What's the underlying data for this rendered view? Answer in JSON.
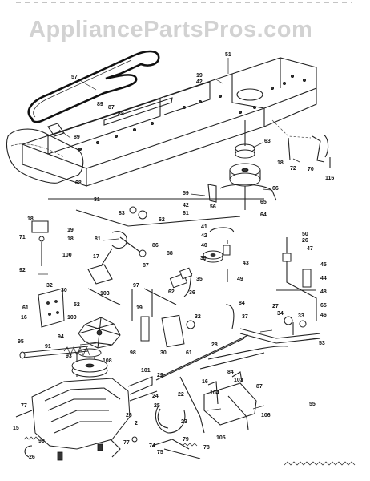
{
  "watermark": "AppliancePartsPros.com",
  "callouts": [
    {
      "id": "c57",
      "text": "57"
    },
    {
      "id": "c51",
      "text": "51"
    },
    {
      "id": "c19a",
      "text": "19"
    },
    {
      "id": "c42a",
      "text": "42"
    },
    {
      "id": "c89a",
      "text": "89"
    },
    {
      "id": "c87a",
      "text": "87"
    },
    {
      "id": "c88a",
      "text": "88"
    },
    {
      "id": "c89b",
      "text": "89"
    },
    {
      "id": "c63",
      "text": "63"
    },
    {
      "id": "c18a",
      "text": "18"
    },
    {
      "id": "c72",
      "text": "72"
    },
    {
      "id": "c70",
      "text": "70"
    },
    {
      "id": "c116",
      "text": "116"
    },
    {
      "id": "c68",
      "text": "68"
    },
    {
      "id": "c31",
      "text": "31"
    },
    {
      "id": "c59",
      "text": "59"
    },
    {
      "id": "c42b",
      "text": "42"
    },
    {
      "id": "c61a",
      "text": "61"
    },
    {
      "id": "c56",
      "text": "56"
    },
    {
      "id": "c66",
      "text": "66"
    },
    {
      "id": "c65a",
      "text": "65"
    },
    {
      "id": "c64",
      "text": "64"
    },
    {
      "id": "c18b",
      "text": "18"
    },
    {
      "id": "c83",
      "text": "83"
    },
    {
      "id": "c62a",
      "text": "62"
    },
    {
      "id": "c71",
      "text": "71"
    },
    {
      "id": "c19b",
      "text": "19"
    },
    {
      "id": "c18c",
      "text": "18"
    },
    {
      "id": "c81",
      "text": "81"
    },
    {
      "id": "c41",
      "text": "41"
    },
    {
      "id": "c42c",
      "text": "42"
    },
    {
      "id": "c40",
      "text": "40"
    },
    {
      "id": "c50",
      "text": "50"
    },
    {
      "id": "c26a",
      "text": "26"
    },
    {
      "id": "c47",
      "text": "47"
    },
    {
      "id": "c92",
      "text": "92"
    },
    {
      "id": "c100a",
      "text": "100"
    },
    {
      "id": "c86",
      "text": "86"
    },
    {
      "id": "c87b",
      "text": "87"
    },
    {
      "id": "c88b",
      "text": "88"
    },
    {
      "id": "c39",
      "text": "39"
    },
    {
      "id": "c43",
      "text": "43"
    },
    {
      "id": "c49",
      "text": "49"
    },
    {
      "id": "c45",
      "text": "45"
    },
    {
      "id": "c44",
      "text": "44"
    },
    {
      "id": "c17",
      "text": "17"
    },
    {
      "id": "c32a",
      "text": "32"
    },
    {
      "id": "c30a",
      "text": "30"
    },
    {
      "id": "c97",
      "text": "97"
    },
    {
      "id": "c35",
      "text": "35"
    },
    {
      "id": "c62b",
      "text": "62"
    },
    {
      "id": "c36",
      "text": "36"
    },
    {
      "id": "c48",
      "text": "48"
    },
    {
      "id": "c61b",
      "text": "61"
    },
    {
      "id": "c52",
      "text": "52"
    },
    {
      "id": "c16a",
      "text": "16"
    },
    {
      "id": "c103a",
      "text": "103"
    },
    {
      "id": "c84",
      "text": "84"
    },
    {
      "id": "c37",
      "text": "37"
    },
    {
      "id": "c27a",
      "text": "27"
    },
    {
      "id": "c65b",
      "text": "65"
    },
    {
      "id": "c46",
      "text": "46"
    },
    {
      "id": "c100b",
      "text": "100"
    },
    {
      "id": "c19c",
      "text": "19"
    },
    {
      "id": "c32b",
      "text": "32"
    },
    {
      "id": "c34",
      "text": "34"
    },
    {
      "id": "c33",
      "text": "33"
    },
    {
      "id": "c94",
      "text": "94"
    },
    {
      "id": "c98",
      "text": "98"
    },
    {
      "id": "c30b",
      "text": "30"
    },
    {
      "id": "c61c",
      "text": "61"
    },
    {
      "id": "c95",
      "text": "95"
    },
    {
      "id": "c91",
      "text": "91"
    },
    {
      "id": "c28",
      "text": "28"
    },
    {
      "id": "c53",
      "text": "53"
    },
    {
      "id": "c93",
      "text": "93"
    },
    {
      "id": "c108",
      "text": "108"
    },
    {
      "id": "c29",
      "text": "29"
    },
    {
      "id": "c22",
      "text": "22"
    },
    {
      "id": "c101",
      "text": "101"
    },
    {
      "id": "c24",
      "text": "24"
    },
    {
      "id": "c25",
      "text": "25"
    },
    {
      "id": "c16b",
      "text": "16"
    },
    {
      "id": "c104",
      "text": "104"
    },
    {
      "id": "c84b",
      "text": "84"
    },
    {
      "id": "c103b",
      "text": "103"
    },
    {
      "id": "c87c",
      "text": "87"
    },
    {
      "id": "c77a",
      "text": "77"
    },
    {
      "id": "c26b",
      "text": "26"
    },
    {
      "id": "c2",
      "text": "2"
    },
    {
      "id": "c23",
      "text": "23"
    },
    {
      "id": "c106",
      "text": "106"
    },
    {
      "id": "c105",
      "text": "105"
    },
    {
      "id": "c55",
      "text": "55"
    },
    {
      "id": "c15",
      "text": "15"
    },
    {
      "id": "c99",
      "text": "99"
    },
    {
      "id": "c77b",
      "text": "77"
    },
    {
      "id": "c74",
      "text": "74"
    },
    {
      "id": "c79",
      "text": "79"
    },
    {
      "id": "c75",
      "text": "75"
    },
    {
      "id": "c78",
      "text": "78"
    },
    {
      "id": "c26c",
      "text": "26"
    }
  ]
}
